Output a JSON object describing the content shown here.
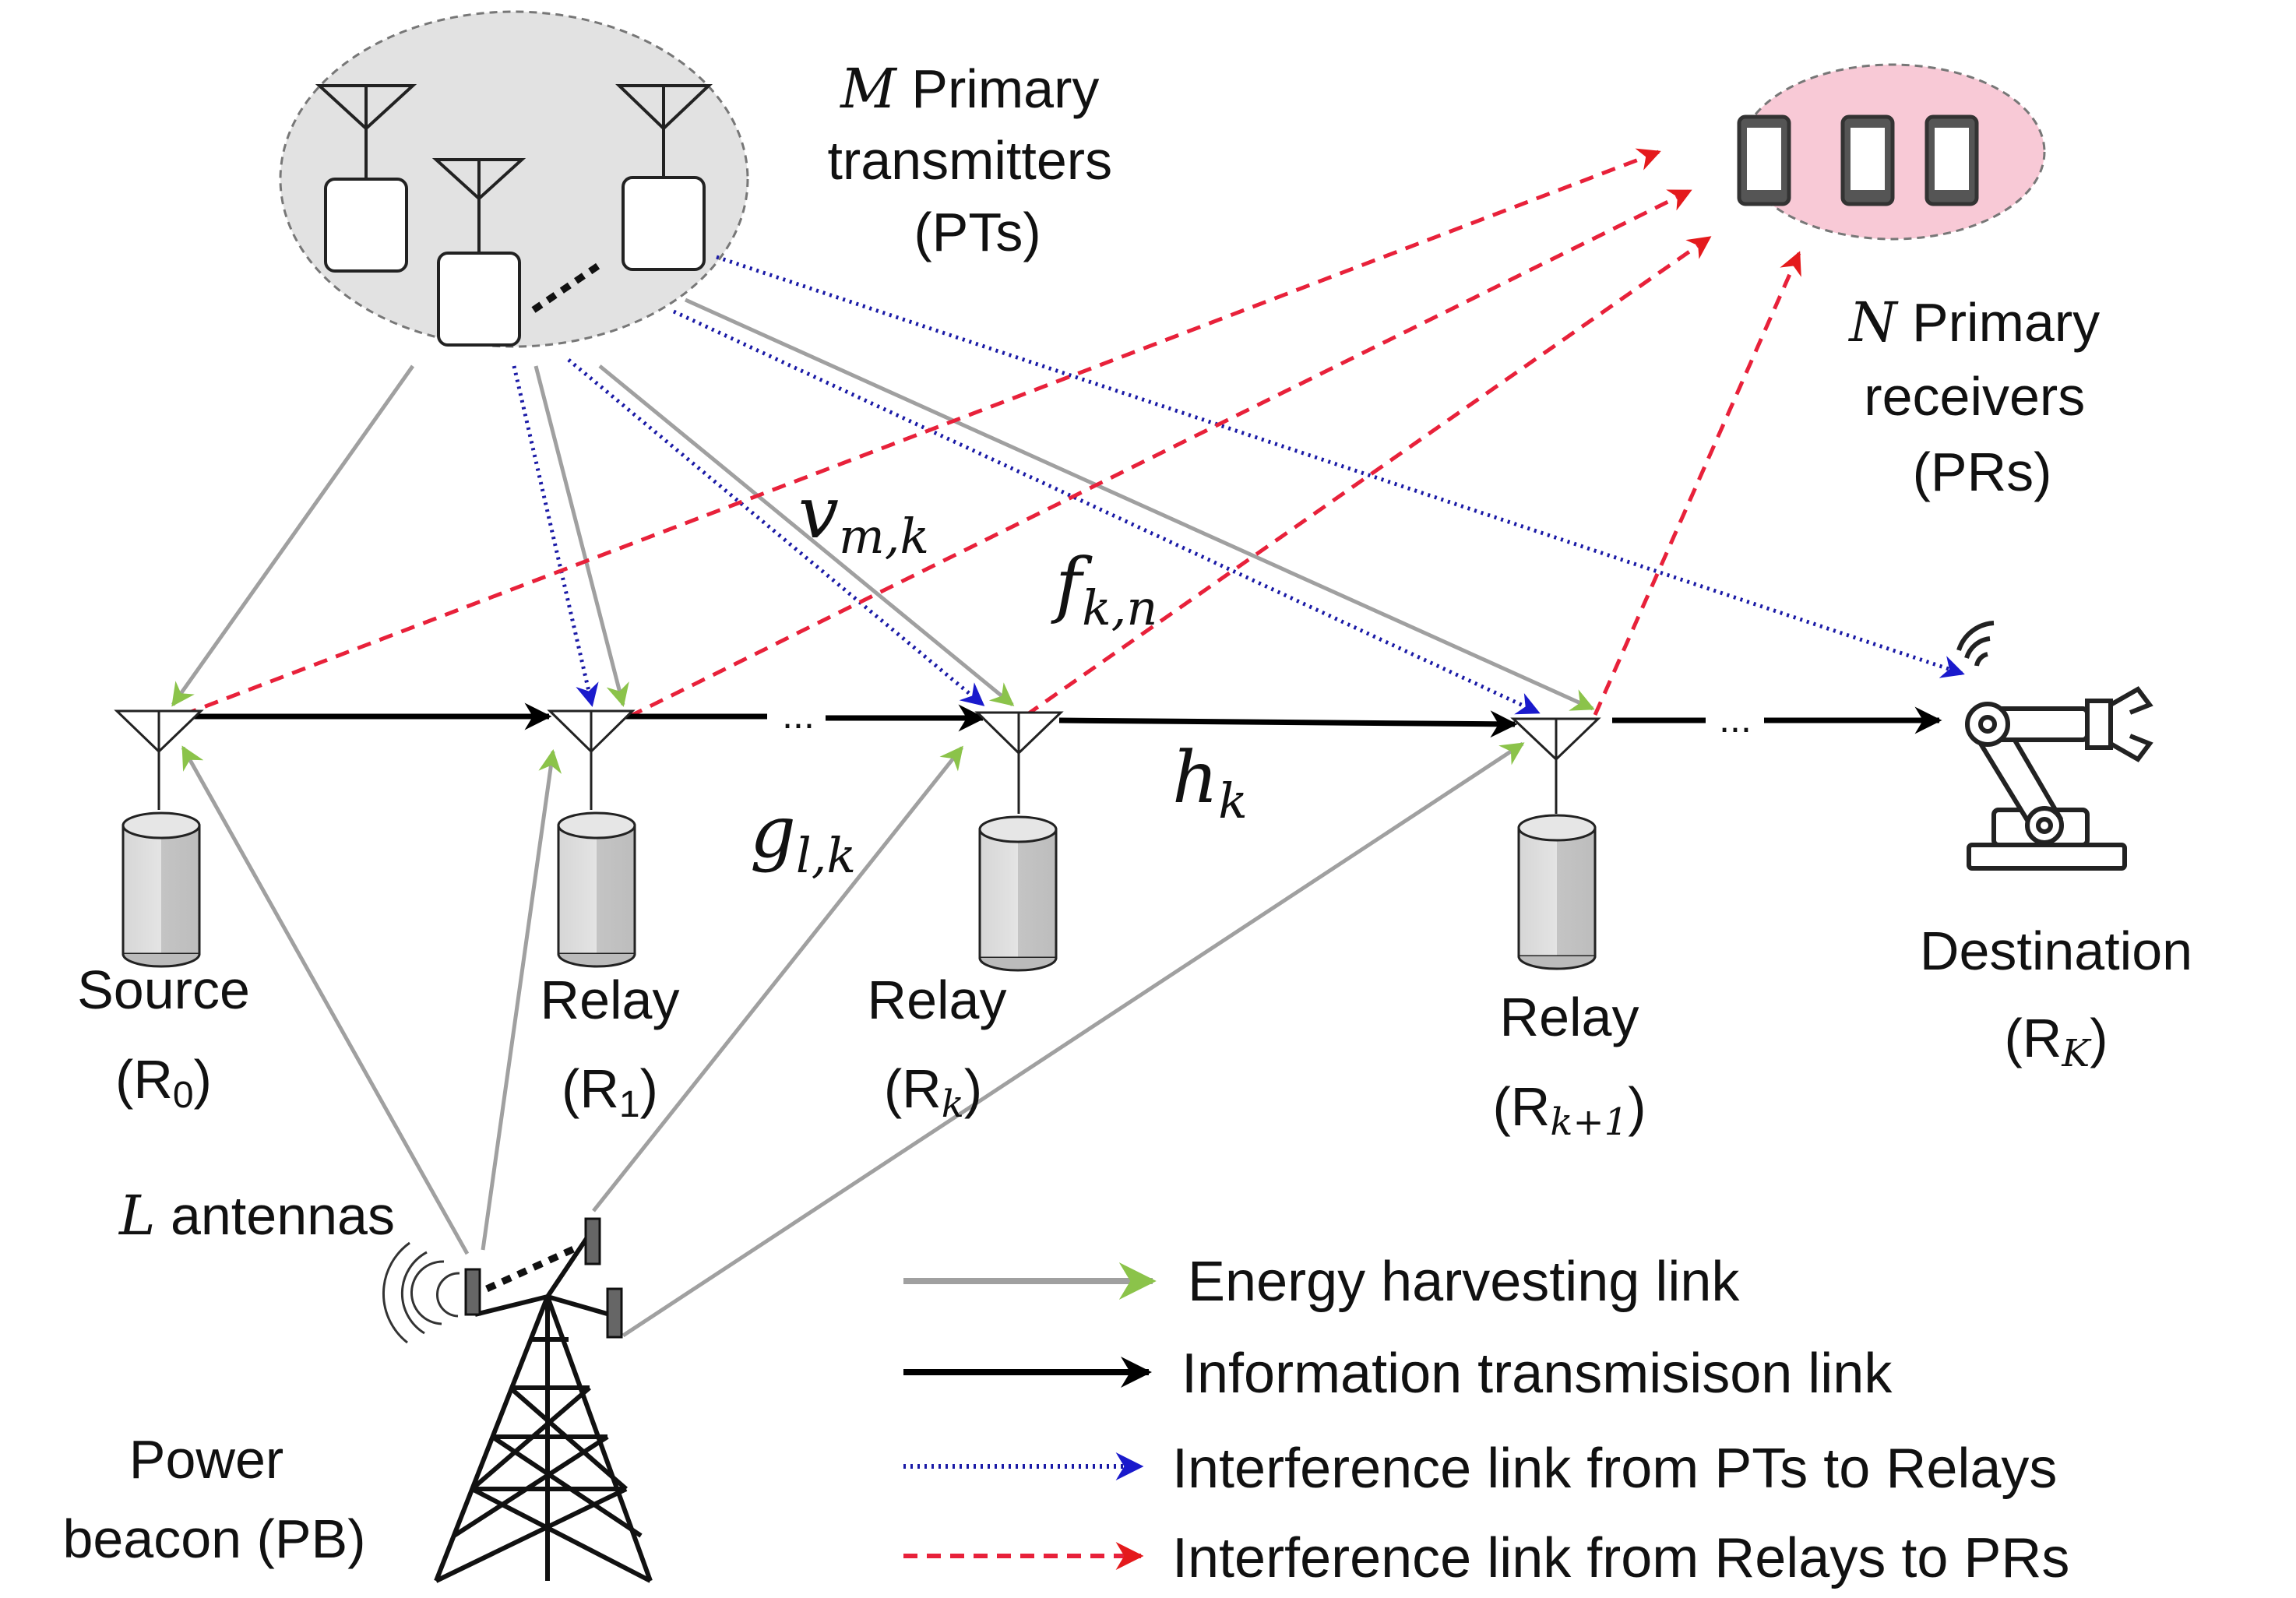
{
  "pts": {
    "prefix": "M",
    "line1": " Primary",
    "line2": "transmitters",
    "line3": "(PTs)"
  },
  "prs": {
    "prefix": "N",
    "line1": " Primary",
    "line2": "receivers",
    "line3": "(PRs)"
  },
  "channels": {
    "v": {
      "base": "v",
      "sub": "m,k"
    },
    "f": {
      "base": "f",
      "sub": "k,n"
    },
    "h": {
      "base": "h",
      "sub": "k"
    },
    "g": {
      "base": "g",
      "sub": "l,k"
    }
  },
  "nodes": {
    "source": {
      "name": "Source",
      "paren_open": "(",
      "letter": "R",
      "sub": "0",
      "paren_close": ")"
    },
    "relay1": {
      "name": "Relay",
      "paren_open": "(",
      "letter": "R",
      "sub": "1",
      "paren_close": ")"
    },
    "relayk": {
      "name": "Relay",
      "paren_open": "(",
      "letter": "R",
      "sub": "k",
      "paren_close": ")"
    },
    "relayk1": {
      "name": "Relay",
      "paren_open": "(",
      "letter": "R",
      "sub": "k+1",
      "paren_close": ")"
    },
    "destination": {
      "name": "Destination",
      "paren_open": "(",
      "letter": "R",
      "sub": "K",
      "paren_close": ")"
    }
  },
  "ellipsis": [
    "...",
    "...",
    "..."
  ],
  "pb": {
    "antennas_prefix": "L",
    "antennas_label": " antennas",
    "line1": "Power",
    "line2": "beacon (PB)"
  },
  "legend": [
    {
      "label": "Energy harvesting link",
      "style": "energy"
    },
    {
      "label": "Information transmisison link",
      "style": "info"
    },
    {
      "label": "Interference link from PTs to Relays",
      "style": "pt"
    },
    {
      "label": "Interference link from Relays to PRs",
      "style": "pr"
    }
  ],
  "colors": {
    "energy_line": "#a0a0a0",
    "energy_head": "#8bc34a",
    "info": "#000000",
    "pt_line": "#1a1aa6",
    "pt_head": "#1a1acc",
    "pr_line": "#e8213a",
    "pr_head": "#e41a1c",
    "pt_cloud": "#e2e2e2",
    "pr_cloud": "#f8c9d6"
  },
  "icons": {
    "relay": "antenna-cylinder-icon",
    "destination": "robot-arm-icon",
    "receiver": "smartphone-icon",
    "transmitter": "antenna-box-icon",
    "beacon": "tower-icon"
  }
}
